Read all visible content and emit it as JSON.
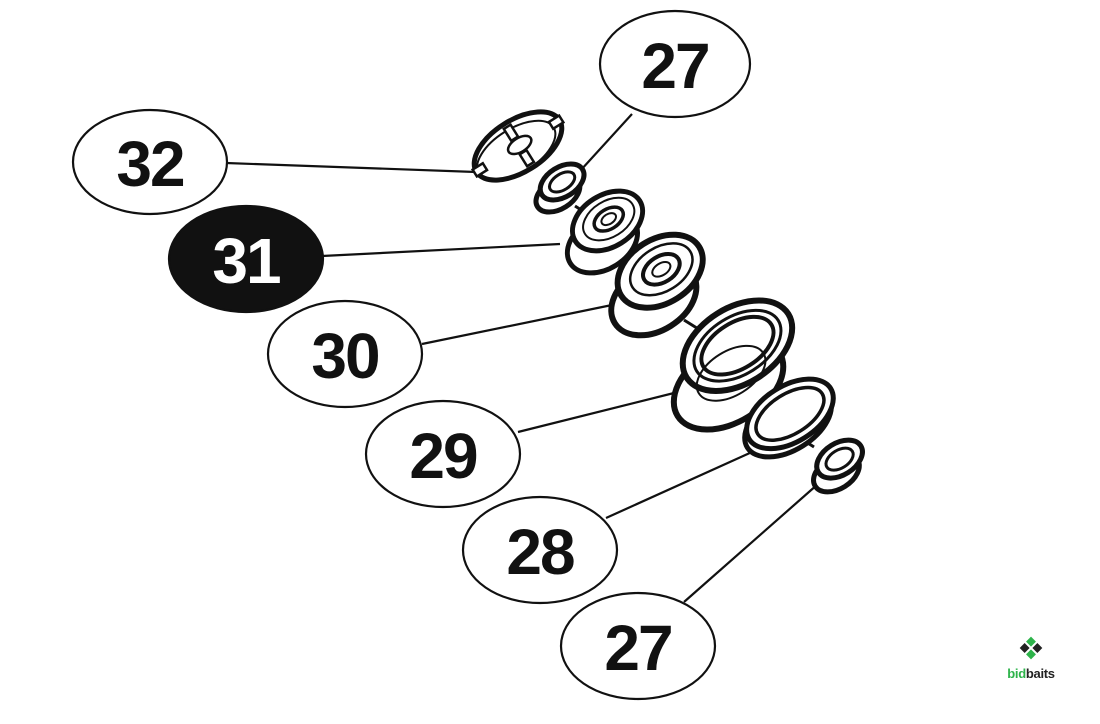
{
  "colors": {
    "ink": "#111111",
    "paper": "#ffffff",
    "highlight_fill": "#111111",
    "highlight_text": "#ffffff",
    "logo_green": "#2db34a",
    "logo_dark": "#222222"
  },
  "callouts": [
    {
      "id": "c27a",
      "label": "27",
      "highlighted": false
    },
    {
      "id": "c32",
      "label": "32",
      "highlighted": false
    },
    {
      "id": "c31",
      "label": "31",
      "highlighted": true
    },
    {
      "id": "c30",
      "label": "30",
      "highlighted": false
    },
    {
      "id": "c29",
      "label": "29",
      "highlighted": false
    },
    {
      "id": "c28",
      "label": "28",
      "highlighted": false
    },
    {
      "id": "c27b",
      "label": "27",
      "highlighted": false
    }
  ],
  "logo": {
    "text_part1": "bid",
    "text_part2": "baits",
    "icon": "bidbaits-diamond-icon"
  }
}
